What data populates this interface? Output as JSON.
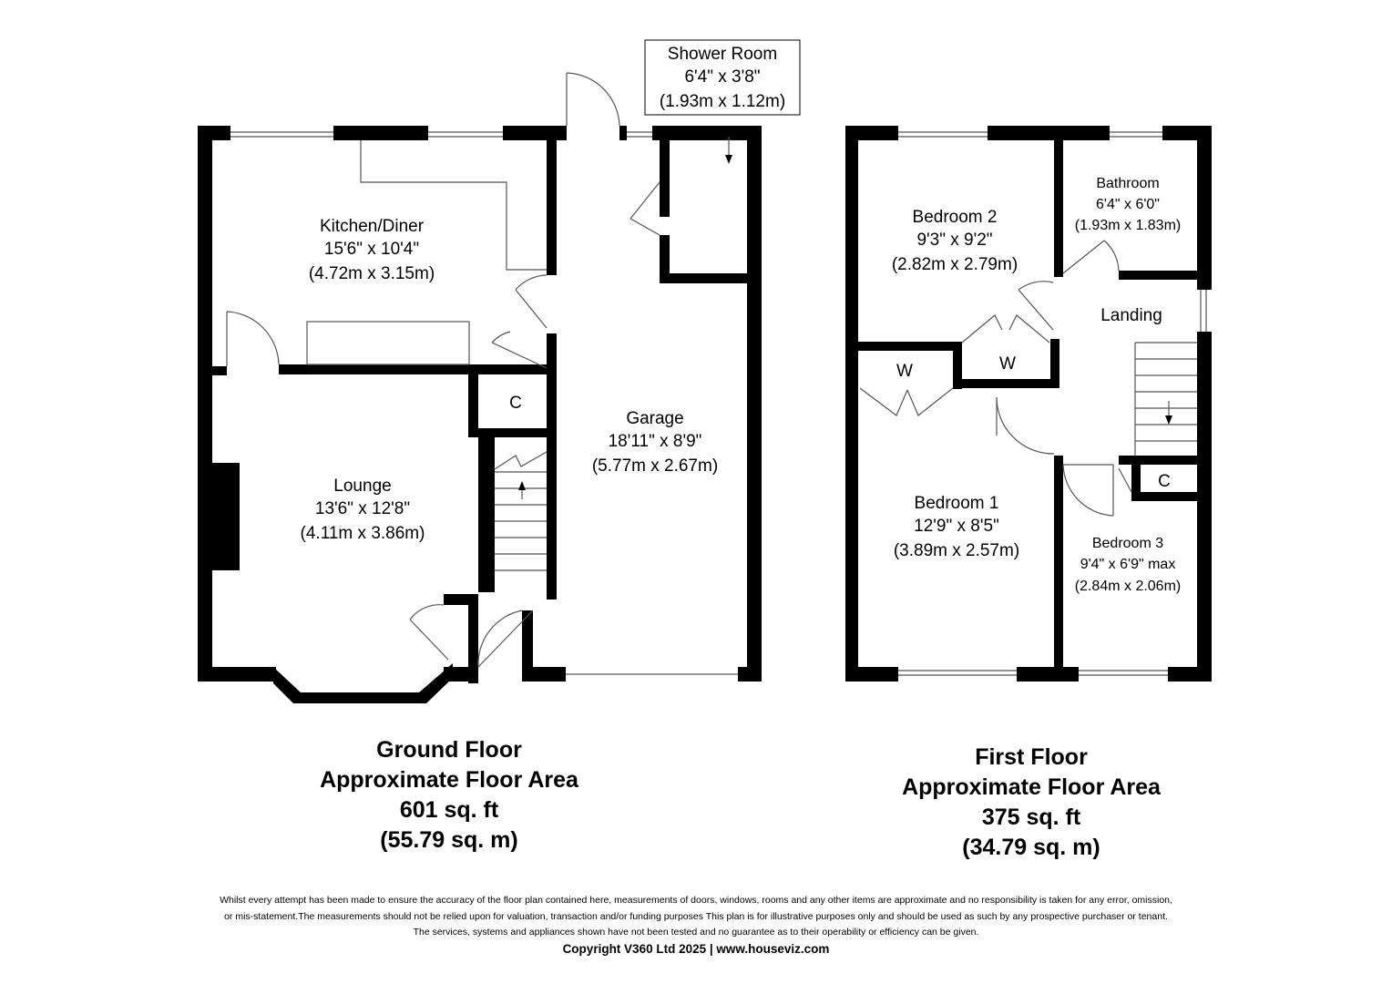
{
  "ground_floor": {
    "rooms": {
      "kitchen": {
        "name": "Kitchen/Diner",
        "imperial": "15'6\" x 10'4\"",
        "metric": "(4.72m x 3.15m)"
      },
      "lounge": {
        "name": "Lounge",
        "imperial": "13'6\" x 12'8\"",
        "metric": "(4.11m x 3.86m)"
      },
      "garage": {
        "name": "Garage",
        "imperial": "18'11\" x 8'9\"",
        "metric": "(5.77m x 2.67m)"
      },
      "shower": {
        "name": "Shower Room",
        "imperial": "6'4\" x 3'8\"",
        "metric": "(1.93m x 1.12m)"
      },
      "cupboard": {
        "name": "C"
      }
    },
    "heading": {
      "title": "Ground Floor",
      "subtitle": "Approximate Floor Area",
      "area_imperial": "601 sq. ft",
      "area_metric": "(55.79 sq. m)"
    }
  },
  "first_floor": {
    "rooms": {
      "bedroom2": {
        "name": "Bedroom 2",
        "imperial": "9'3\" x 9'2\"",
        "metric": "(2.82m x 2.79m)"
      },
      "bathroom": {
        "name": "Bathroom",
        "imperial": "6'4\" x 6'0\"",
        "metric": "(1.93m x 1.83m)"
      },
      "landing": {
        "name": "Landing"
      },
      "wardrobe1": {
        "name": "W"
      },
      "wardrobe2": {
        "name": "W"
      },
      "bedroom1": {
        "name": "Bedroom 1",
        "imperial": "12'9\" x 8'5\"",
        "metric": "(3.89m x 2.57m)"
      },
      "bedroom3": {
        "name": "Bedroom 3",
        "imperial": "9'4\" x 6'9\" max",
        "metric": "(2.84m x 2.06m)"
      },
      "cupboard": {
        "name": "C"
      }
    },
    "heading": {
      "title": "First Floor",
      "subtitle": "Approximate Floor Area",
      "area_imperial": "375 sq. ft",
      "area_metric": "(34.79 sq. m)"
    }
  },
  "footer": {
    "line1": "Whilst every attempt has been made to ensure the accuracy of the floor plan contained here, measurements of doors, windows, rooms and any other items are approximate and no responsibility is taken for any error, omission,",
    "line2": "or mis-statement.The measurements should not be relied upon for valuation, transaction and/or funding purposes This plan is for illustrative purposes only and should be used as such by any prospective purchaser or tenant.",
    "line3": "The services, systems and appliances shown have not been tested and no guarantee as to their operability or efficiency can be given.",
    "copyright": "Copyright V360 Ltd 2025 | www.houseviz.com"
  },
  "colors": {
    "wall": "#000000",
    "background": "#ffffff",
    "fixture_line": "#555555"
  }
}
